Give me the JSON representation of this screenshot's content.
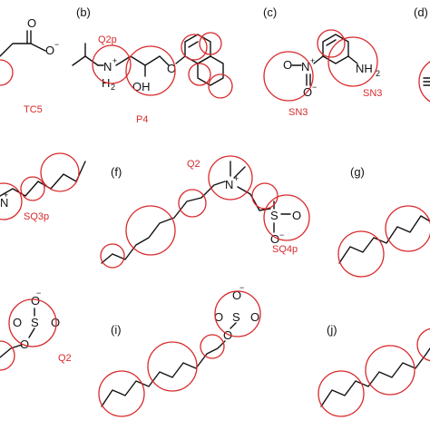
{
  "panels": {
    "b": "(b)",
    "c": "(c)",
    "d": "(d)",
    "f": "(f)",
    "g": "(g)",
    "i": "(i)",
    "j": "(j)"
  },
  "beads": {
    "tc5": "TC5",
    "q2p": "Q2p",
    "p4": "P4",
    "sn3_left": "SN3",
    "sn3_right": "SN3",
    "sq3p": "SQ3p",
    "q2_f": "Q2",
    "sq4p": "SQ4p",
    "q2_h": "Q2"
  },
  "atoms": {
    "o": "O",
    "n": "N",
    "h2": "H",
    "h2_sub": "2",
    "oh": "OH",
    "nh2": "NH",
    "nh2_sub": "2",
    "s": "S",
    "plus": "+",
    "minus": "−"
  },
  "colors": {
    "bead_outline": "#d9292b",
    "bond": "#111111"
  }
}
